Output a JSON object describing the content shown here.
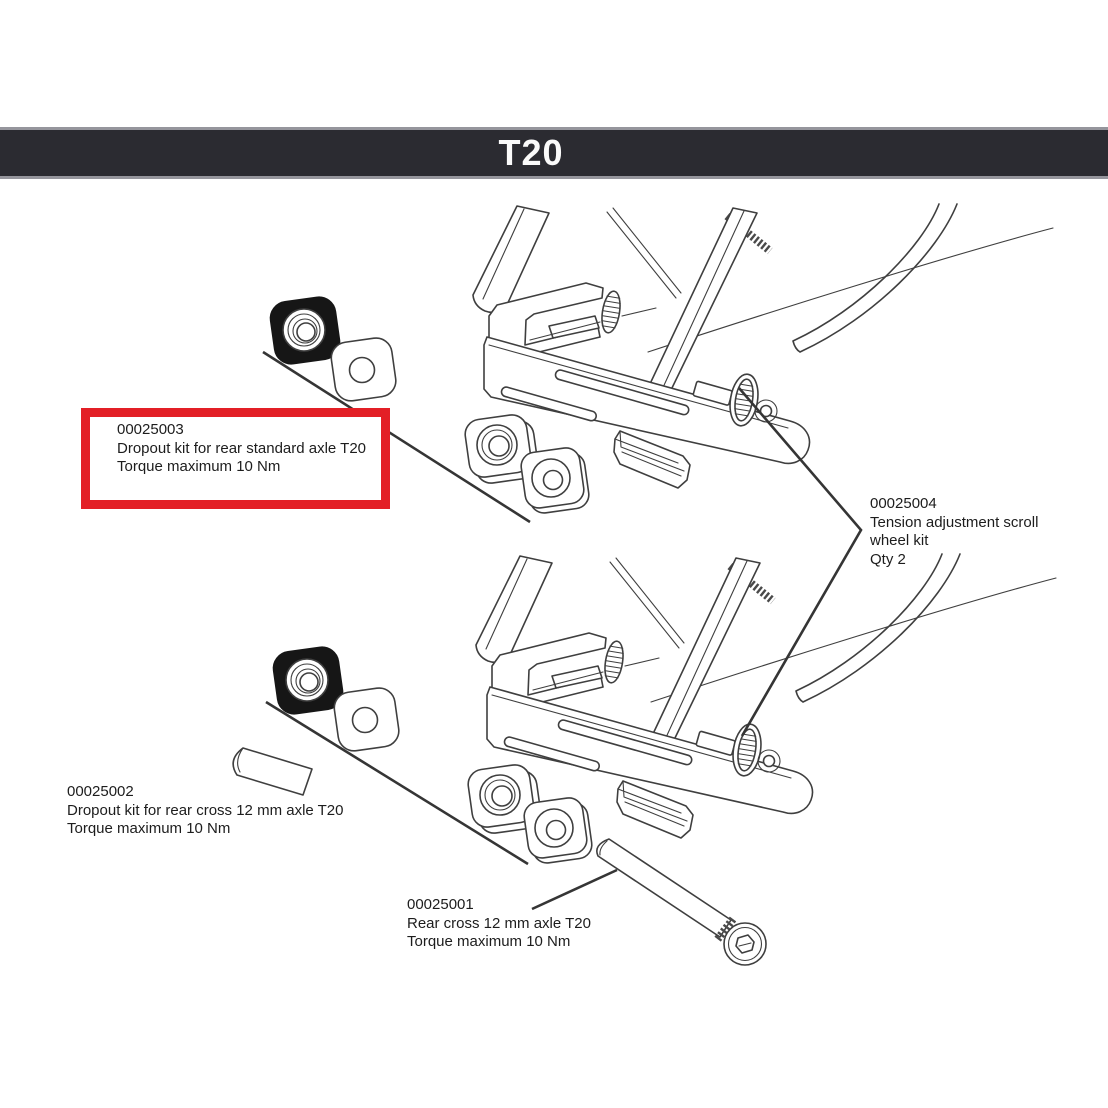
{
  "header": {
    "title": "T20"
  },
  "colors": {
    "accent_red": "#e31f26",
    "header_bg": "#2b2b31",
    "header_border": "#95959c",
    "line": "#3f3f3f",
    "leader": "#353535",
    "text": "#1d1d1d"
  },
  "labels": {
    "p25003": {
      "number": "00025003",
      "desc": "Dropout kit for rear standard axle T20",
      "torque": "Torque maximum 10 Nm"
    },
    "p25004": {
      "number": "00025004",
      "desc_line1": "Tension adjustment scroll",
      "desc_line2": "wheel kit",
      "qty": "Qty 2"
    },
    "p25002": {
      "number": "00025002",
      "desc": "Dropout kit for rear cross 12 mm axle T20",
      "torque": "Torque maximum 10 Nm"
    },
    "p25001": {
      "number": "00025001",
      "desc": "Rear cross 12 mm axle T20",
      "torque": "Torque maximum 10 Nm"
    }
  }
}
